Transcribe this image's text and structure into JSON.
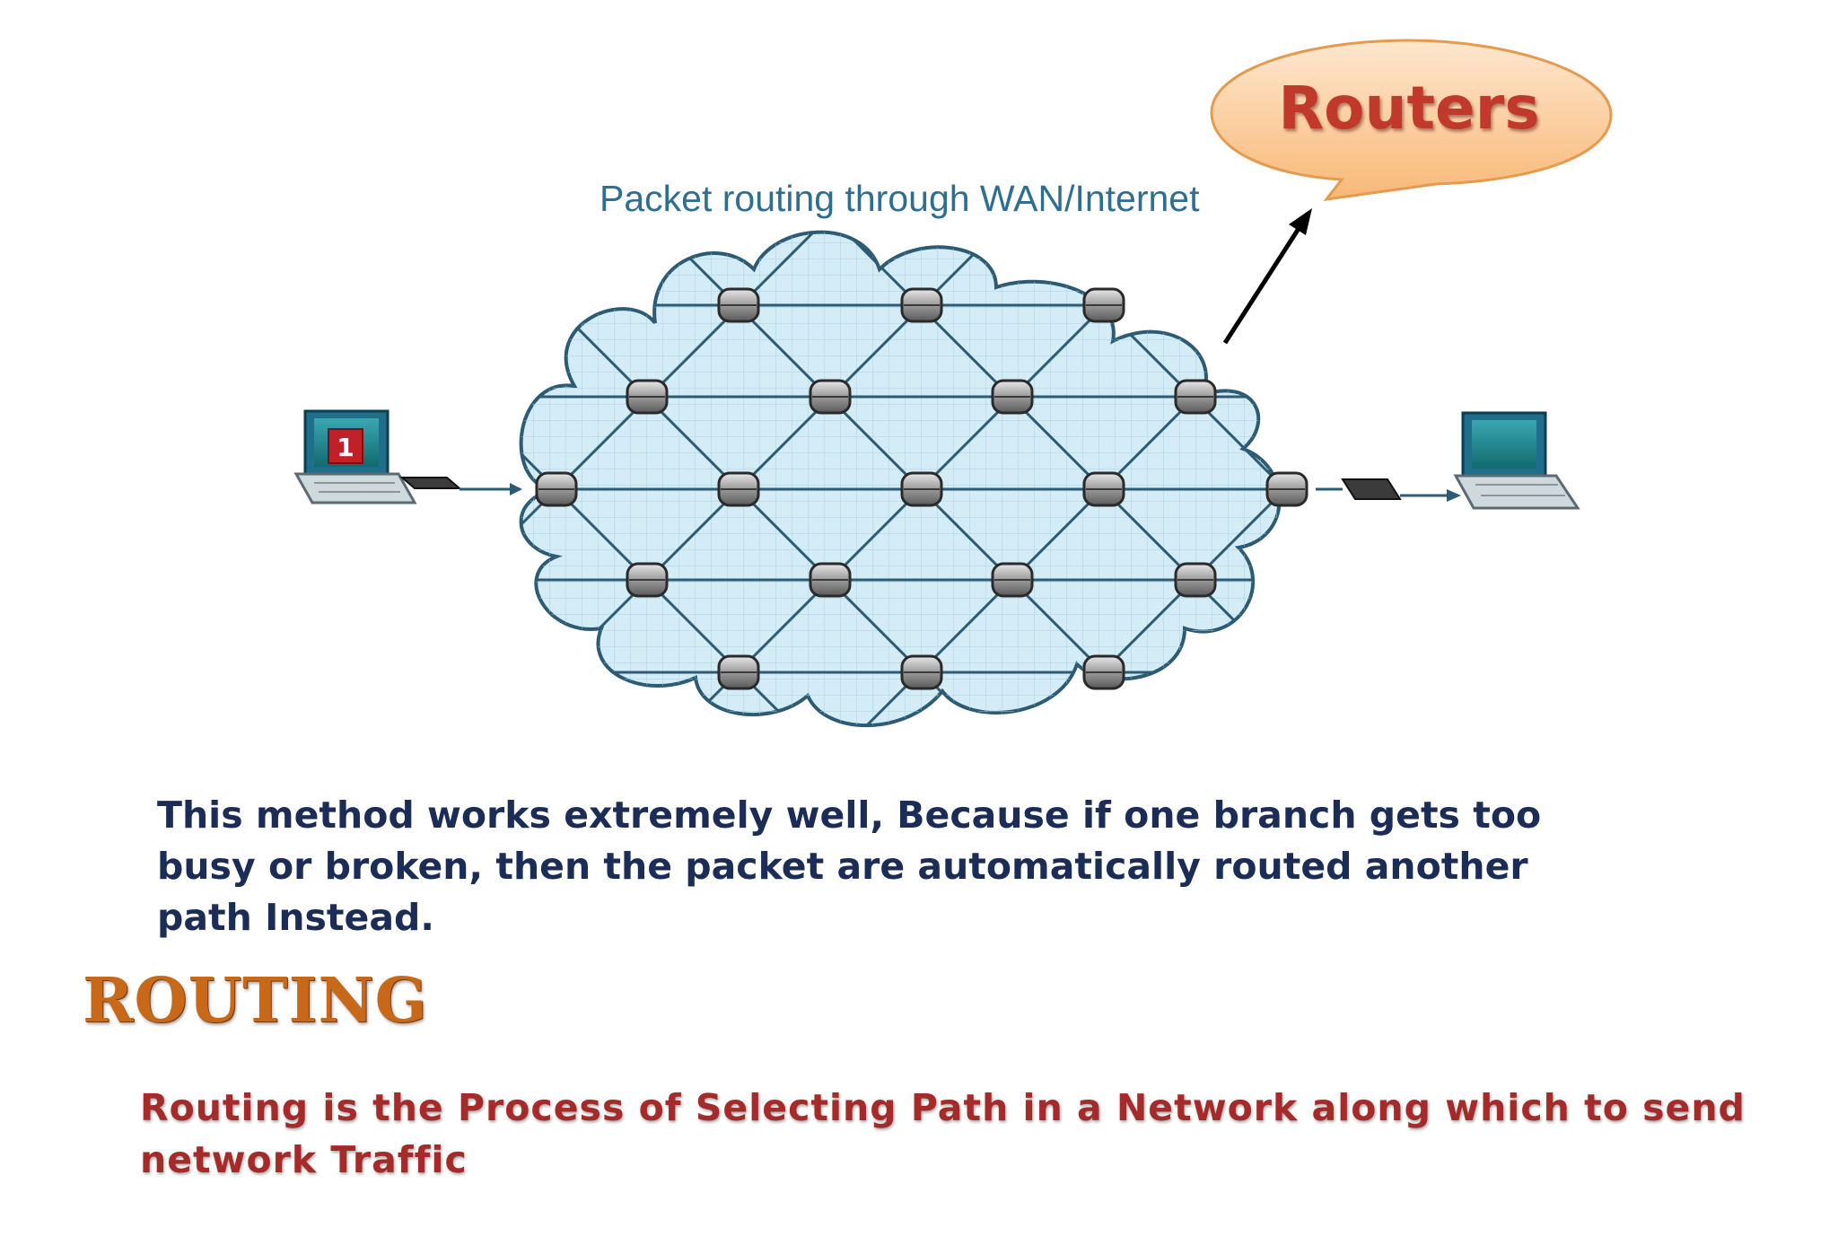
{
  "diagram": {
    "caption": "Packet routing through WAN/Internet",
    "callout": "Routers",
    "source_badge": "1",
    "colors": {
      "cloud_fill": "#d4ecf6",
      "cloud_stroke": "#2c5b73",
      "link": "#2c5b73",
      "callout_fill": "#fbd3a8",
      "callout_text": "#c0392b"
    }
  },
  "body_text": "This method works extremely well, Because if one branch gets too busy or broken, then the packet are automatically routed another path Instead.",
  "heading": "ROUTING",
  "definition": "Routing is the Process of Selecting Path in a Network along which to send network Traffic"
}
